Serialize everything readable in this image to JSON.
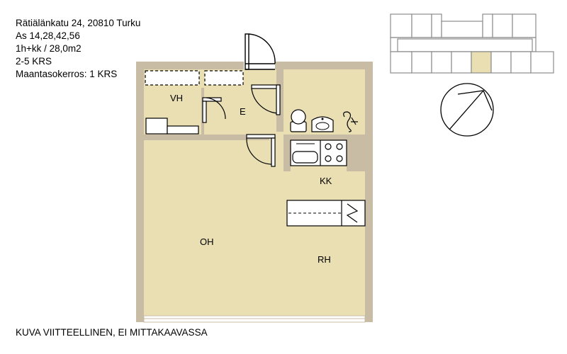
{
  "listing": {
    "address": "Rätiälänkatu 24, 20810 Turku",
    "apartments": "As 14,28,42,56",
    "layout_size": "1h+kk / 28,0m2",
    "floors": "2-5 KRS",
    "ground_floor": "Maantasokerros: 1 KRS"
  },
  "rooms": {
    "vh": "VH",
    "e": "E",
    "kk": "KK",
    "oh": "OH",
    "rh": "RH"
  },
  "footer": {
    "note": "KUVA VIITTEELLINEN, EI MITTAKAAVASSA"
  },
  "colors": {
    "floor": "#e9dfb3",
    "wall": "#c8bca5",
    "highlight_unit": "#e9dfb3"
  },
  "icons": {
    "compass": "compass-icon",
    "toilet": "toilet-icon",
    "sink": "sink-icon",
    "shower": "shower-icon",
    "stove": "stove-icon"
  }
}
